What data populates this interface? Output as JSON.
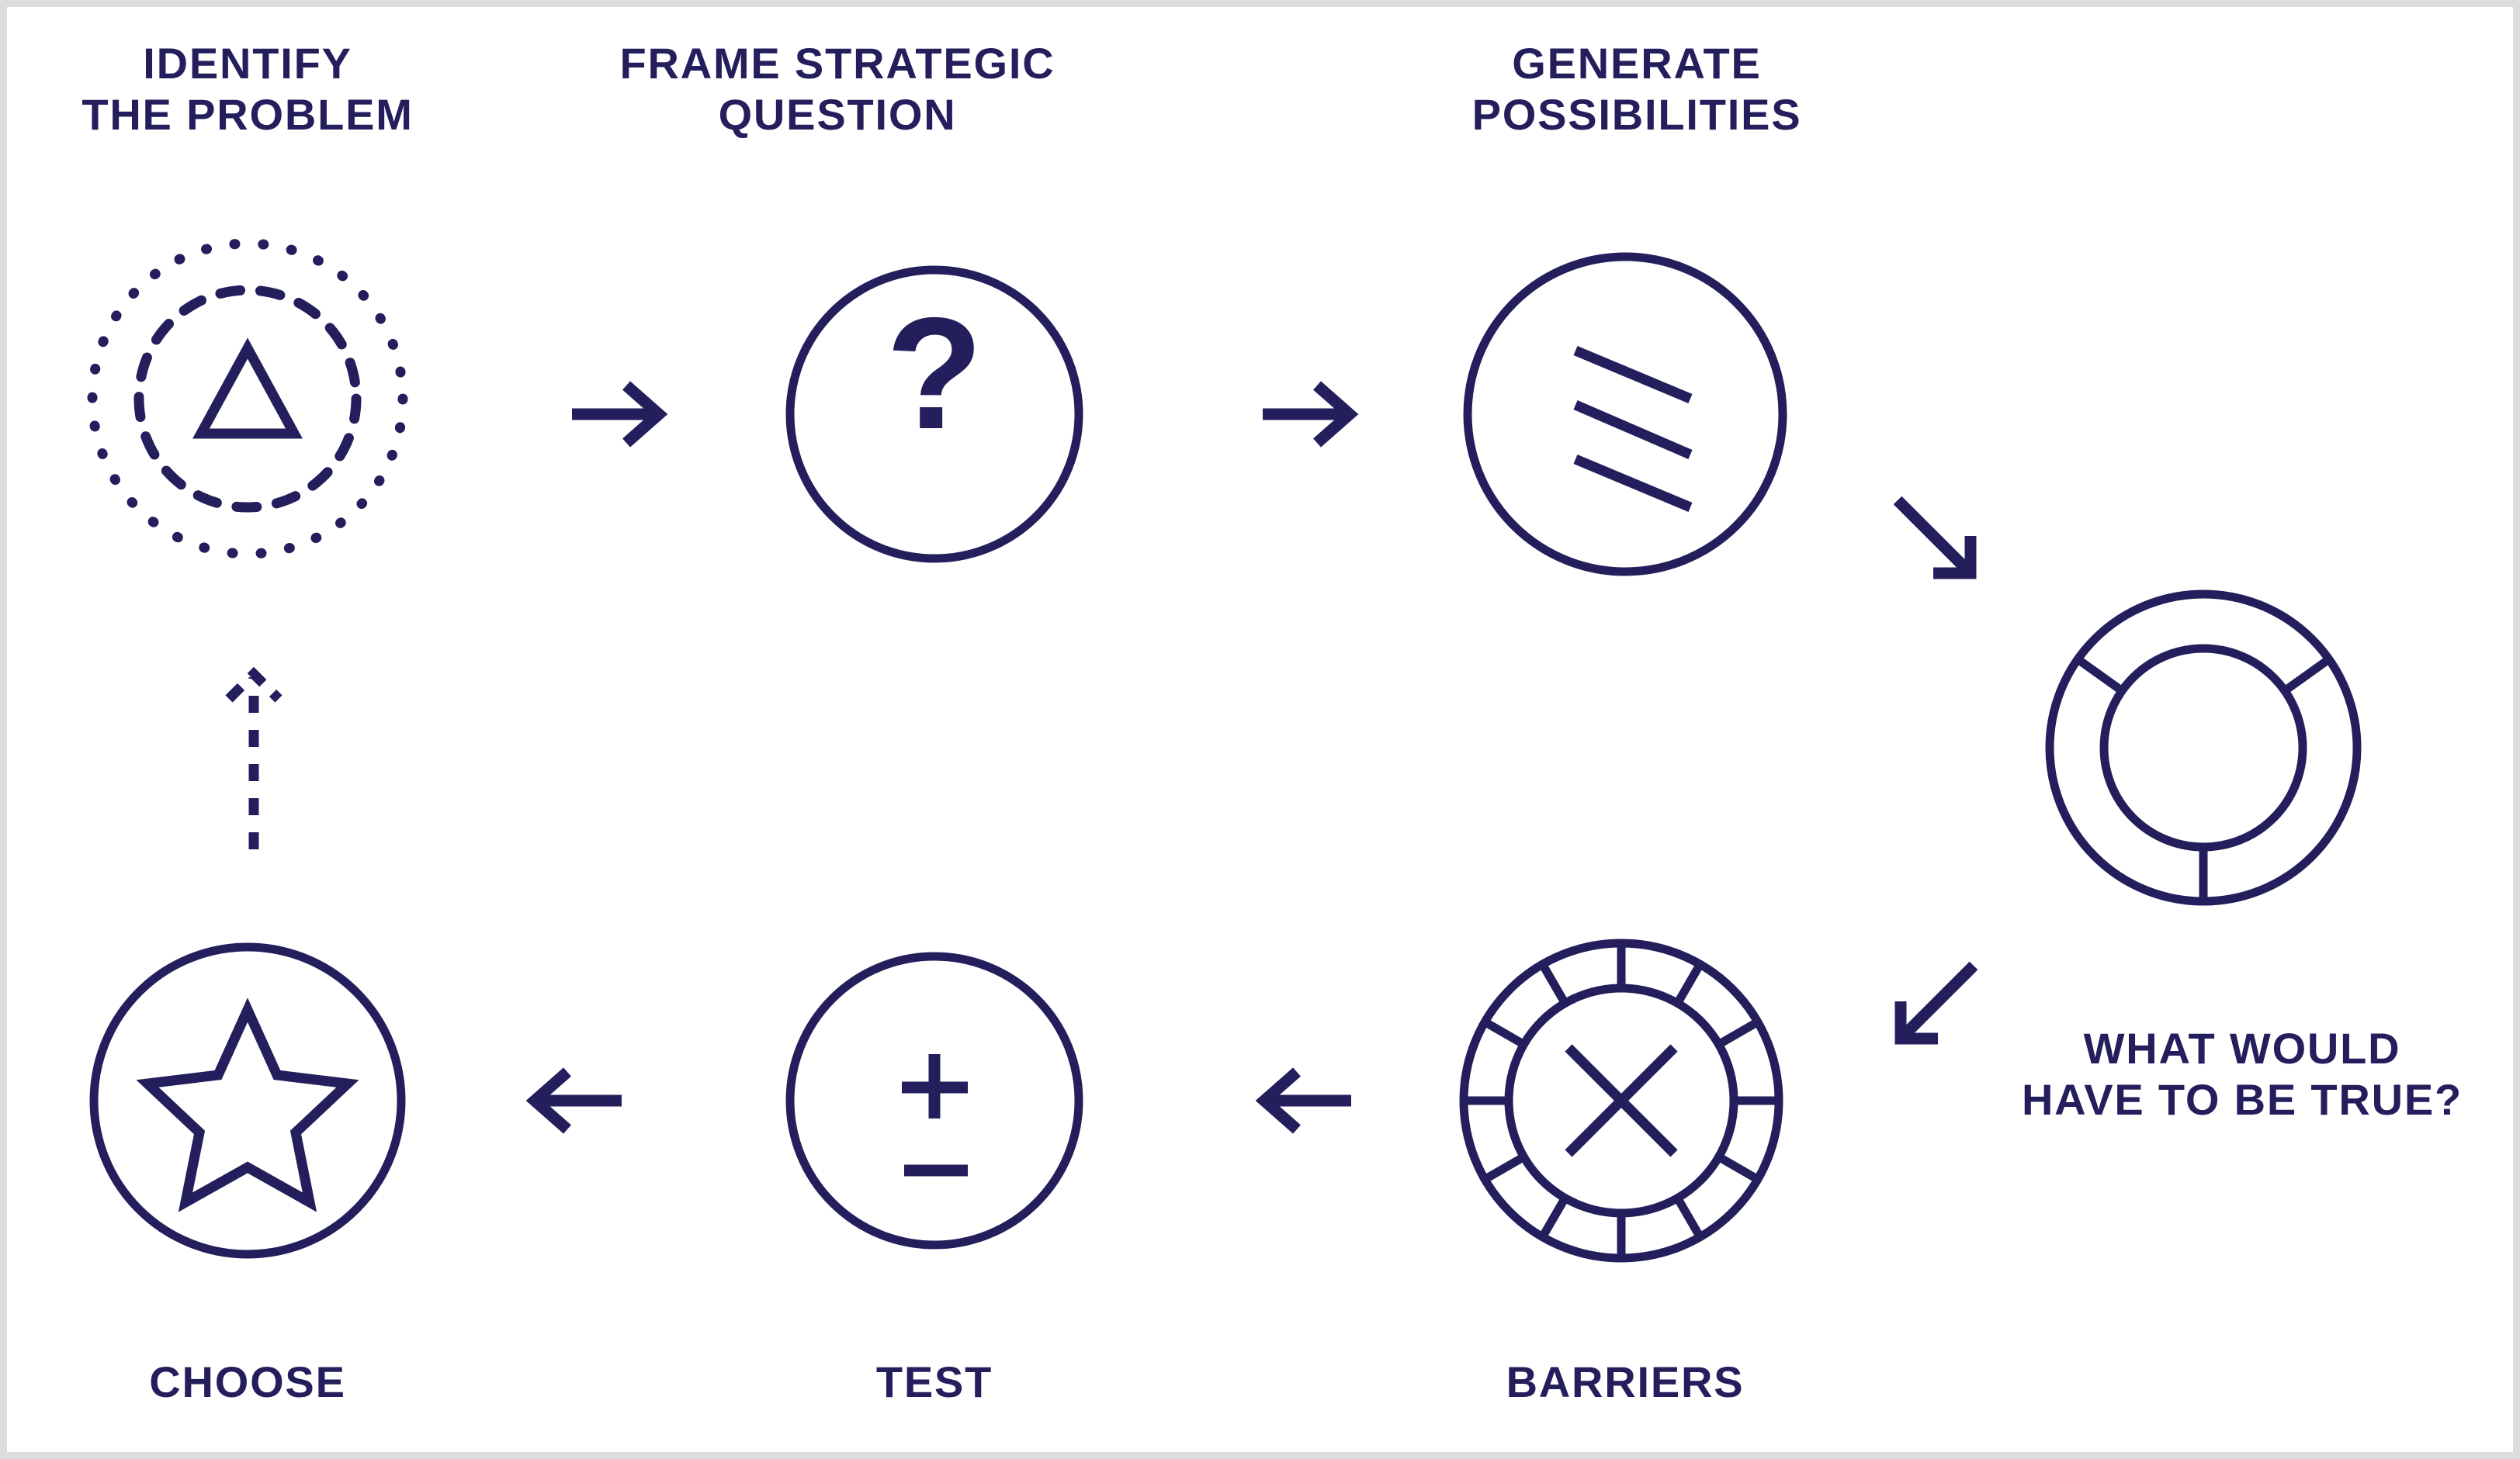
{
  "diagram": {
    "title_text_color": "#241f5c",
    "background_color": "#ffffff",
    "border_color": "#dcdcdc",
    "steps": [
      {
        "id": "identify",
        "label": "IDENTIFY\nTHE PROBLEM",
        "icon": "target-triangle-icon"
      },
      {
        "id": "frame",
        "label": "FRAME STRATEGIC\nQUESTION",
        "icon": "question-mark-circle-icon"
      },
      {
        "id": "generate",
        "label": "GENERATE\nPOSSIBILITIES",
        "icon": "diagonal-lines-circle-icon"
      },
      {
        "id": "barriers",
        "label": "BARRIERS",
        "icon": "wheel-cross-icon"
      },
      {
        "id": "test",
        "label": "TEST",
        "icon": "plus-minus-circle-icon"
      },
      {
        "id": "choose",
        "label": "CHOOSE",
        "icon": "star-circle-icon"
      }
    ],
    "annotation": {
      "id": "what-would-have-to-be-true",
      "label": "WHAT WOULD\nHAVE TO BE TRUE?",
      "icon": "donut-chart-icon"
    },
    "question_glyph": "?",
    "arrows": [
      {
        "id": "identify-to-frame",
        "direction": "right",
        "style": "solid"
      },
      {
        "id": "frame-to-generate",
        "direction": "right",
        "style": "solid"
      },
      {
        "id": "generate-to-donut",
        "direction": "down-right",
        "style": "solid"
      },
      {
        "id": "donut-to-barriers",
        "direction": "down-left",
        "style": "solid"
      },
      {
        "id": "barriers-to-test",
        "direction": "left",
        "style": "solid"
      },
      {
        "id": "test-to-choose",
        "direction": "left",
        "style": "solid"
      },
      {
        "id": "choose-to-identify",
        "direction": "up",
        "style": "dashed"
      }
    ]
  }
}
